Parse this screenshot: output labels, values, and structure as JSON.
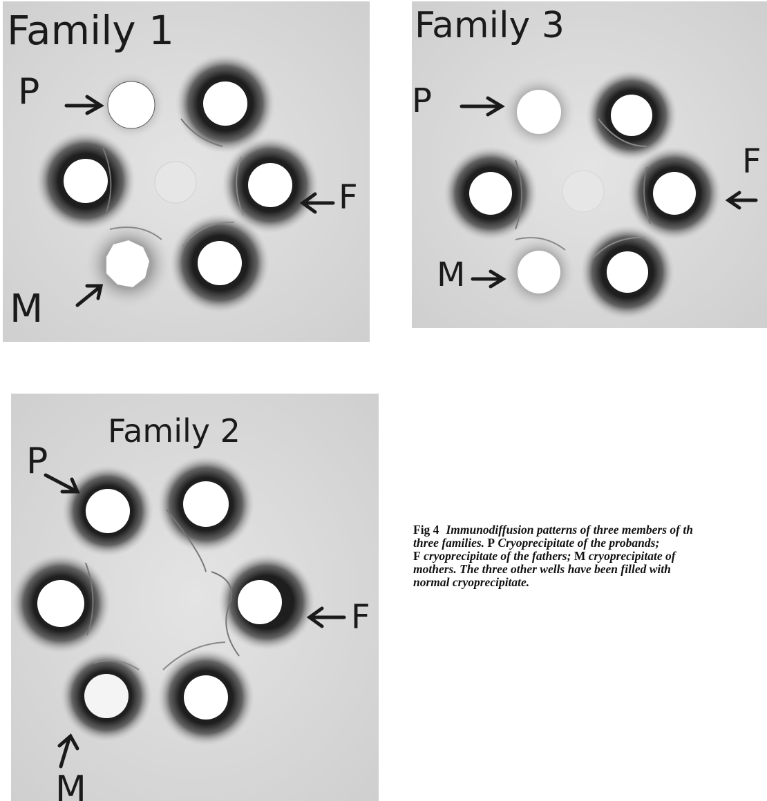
{
  "panels": [
    {
      "title": "Family 1",
      "labels": {
        "proband": "P",
        "father": "F",
        "mother": "M"
      }
    },
    {
      "title": "Family 3",
      "labels": {
        "proband": "P",
        "father": "F",
        "mother": "M"
      }
    },
    {
      "title": "Family 2",
      "labels": {
        "proband": "P",
        "father": "F",
        "mother": "M"
      }
    }
  ],
  "caption": {
    "figure_label": "Fig 4",
    "lines": [
      [
        "Immunodiffusion patterns of three members of th",
        ""
      ],
      [
        "three families. ",
        "P",
        " Cryoprecipitate of the probands;"
      ],
      [
        "F",
        " cryoprecipitate of the fathers; ",
        "M",
        " cryoprecipitate of"
      ],
      [
        "mothers. The three other wells have been filled with"
      ],
      [
        "normal cryoprecipitate."
      ]
    ]
  },
  "colors": {
    "plate_bg": "#dcdcdc",
    "halo": "#2a2a2a",
    "well": "#ffffff",
    "ink": "#1a1a1a"
  }
}
